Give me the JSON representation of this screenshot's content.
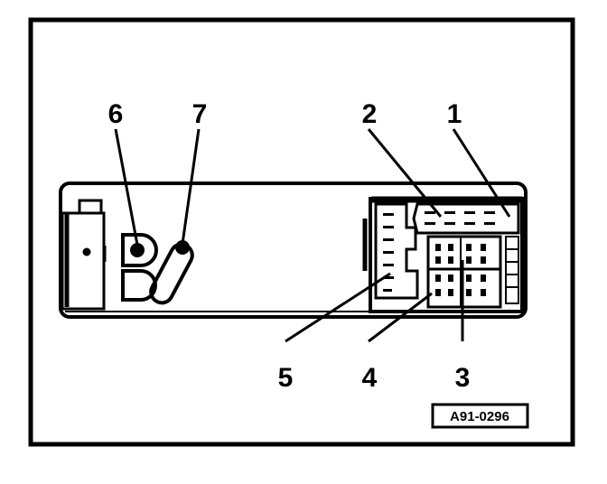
{
  "figure": {
    "code": "A91-0296",
    "callouts": [
      {
        "id": "6",
        "label": "6"
      },
      {
        "id": "7",
        "label": "7"
      },
      {
        "id": "2",
        "label": "2"
      },
      {
        "id": "1",
        "label": "1"
      },
      {
        "id": "5",
        "label": "5"
      },
      {
        "id": "4",
        "label": "4"
      },
      {
        "id": "3",
        "label": "3"
      }
    ]
  }
}
